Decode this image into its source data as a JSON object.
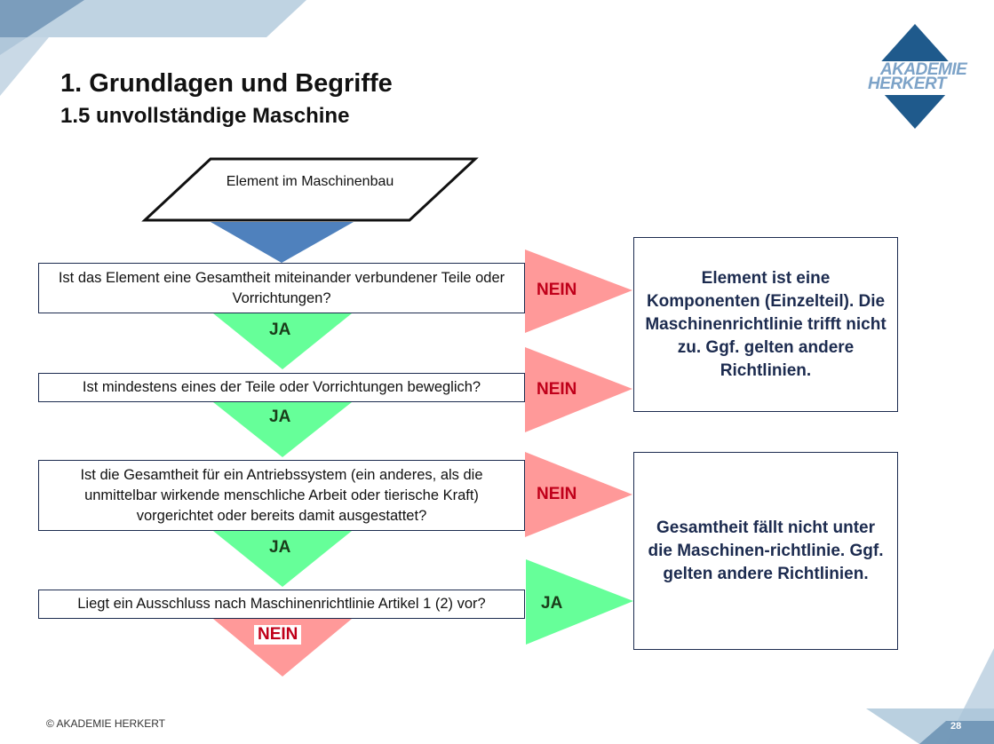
{
  "header": {
    "title": "1. Grundlagen und Begriffe",
    "subtitle": "1.5 unvollständige Maschine"
  },
  "logo": {
    "line1": "AKADEMIE",
    "line2": "HERKERT"
  },
  "flowchart": {
    "start": "Element im Maschinenbau",
    "questions": [
      "Ist das Element eine Gesamtheit miteinander verbundener Teile oder Vorrichtungen?",
      "Ist mindestens eines der Teile oder Vorrichtungen beweglich?",
      "Ist die Gesamtheit für ein Antriebssystem (ein anderes, als die unmittelbar wirkende menschliche Arbeit oder tierische Kraft) vorgerichtet oder bereits damit ausgestattet?",
      "Liegt ein Ausschluss nach Maschinenrichtlinie Artikel 1 (2) vor?"
    ],
    "yes_label": "JA",
    "no_label": "NEIN",
    "results": [
      "Element ist eine Komponenten (Einzelteil). Die Maschinenrichtlinie trifft nicht zu. Ggf. gelten andere Richtlinien.",
      "Gesamtheit fällt nicht unter die Maschinen-richtlinie.  Ggf. gelten andere Richtlinien."
    ]
  },
  "footer": {
    "copyright": "© AKADEMIE HERKERT",
    "page_number": "28"
  },
  "colors": {
    "yes_fill": "#66ff99",
    "no_fill": "#ff9999",
    "start_arrow": "#4f81bd",
    "border": "#1c2b4f",
    "logo": "#1f5a8c"
  }
}
